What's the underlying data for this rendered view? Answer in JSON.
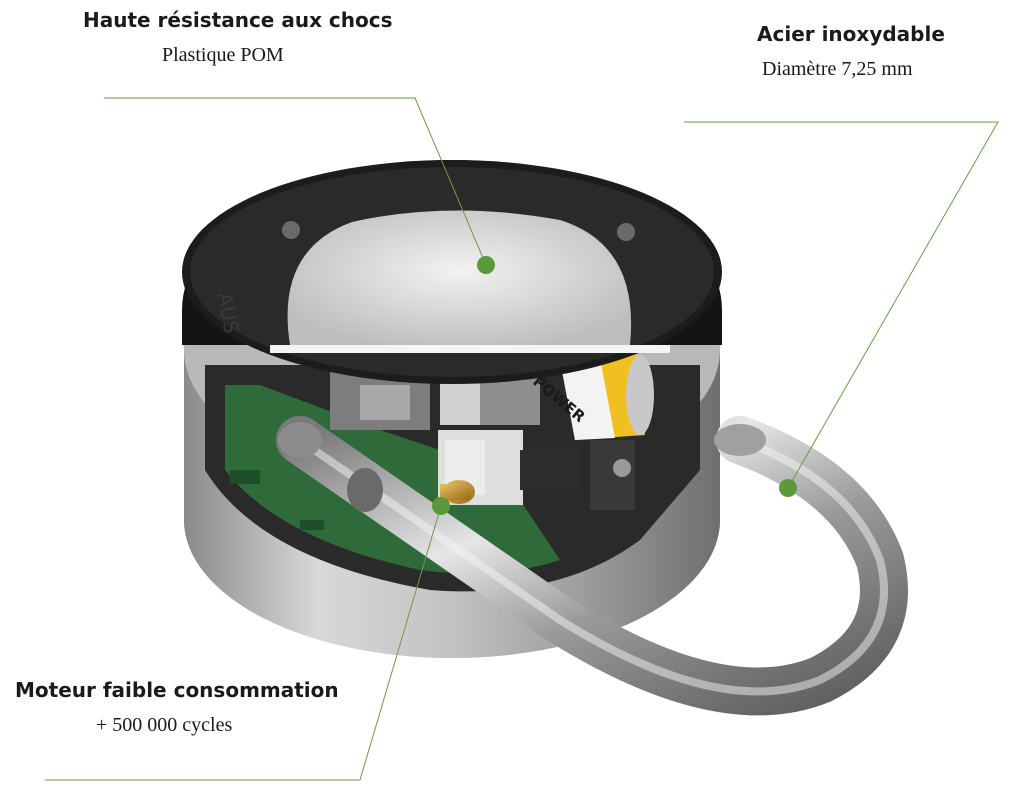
{
  "callouts": {
    "impact": {
      "title": "Haute résistance aux chocs",
      "subtitle": "Plastique POM"
    },
    "steel": {
      "title": "Acier inoxydable",
      "subtitle": "Diamètre 7,25 mm"
    },
    "motor": {
      "title": "Moteur faible consommation",
      "subtitle": "+ 500 000 cycles"
    }
  },
  "engraving": {
    "brand": "AUS",
    "battery": "POWER"
  },
  "colors": {
    "leader_line": "#6a9a4a",
    "marker_dot": "#5a9a3a",
    "text": "#1a1a1a"
  }
}
